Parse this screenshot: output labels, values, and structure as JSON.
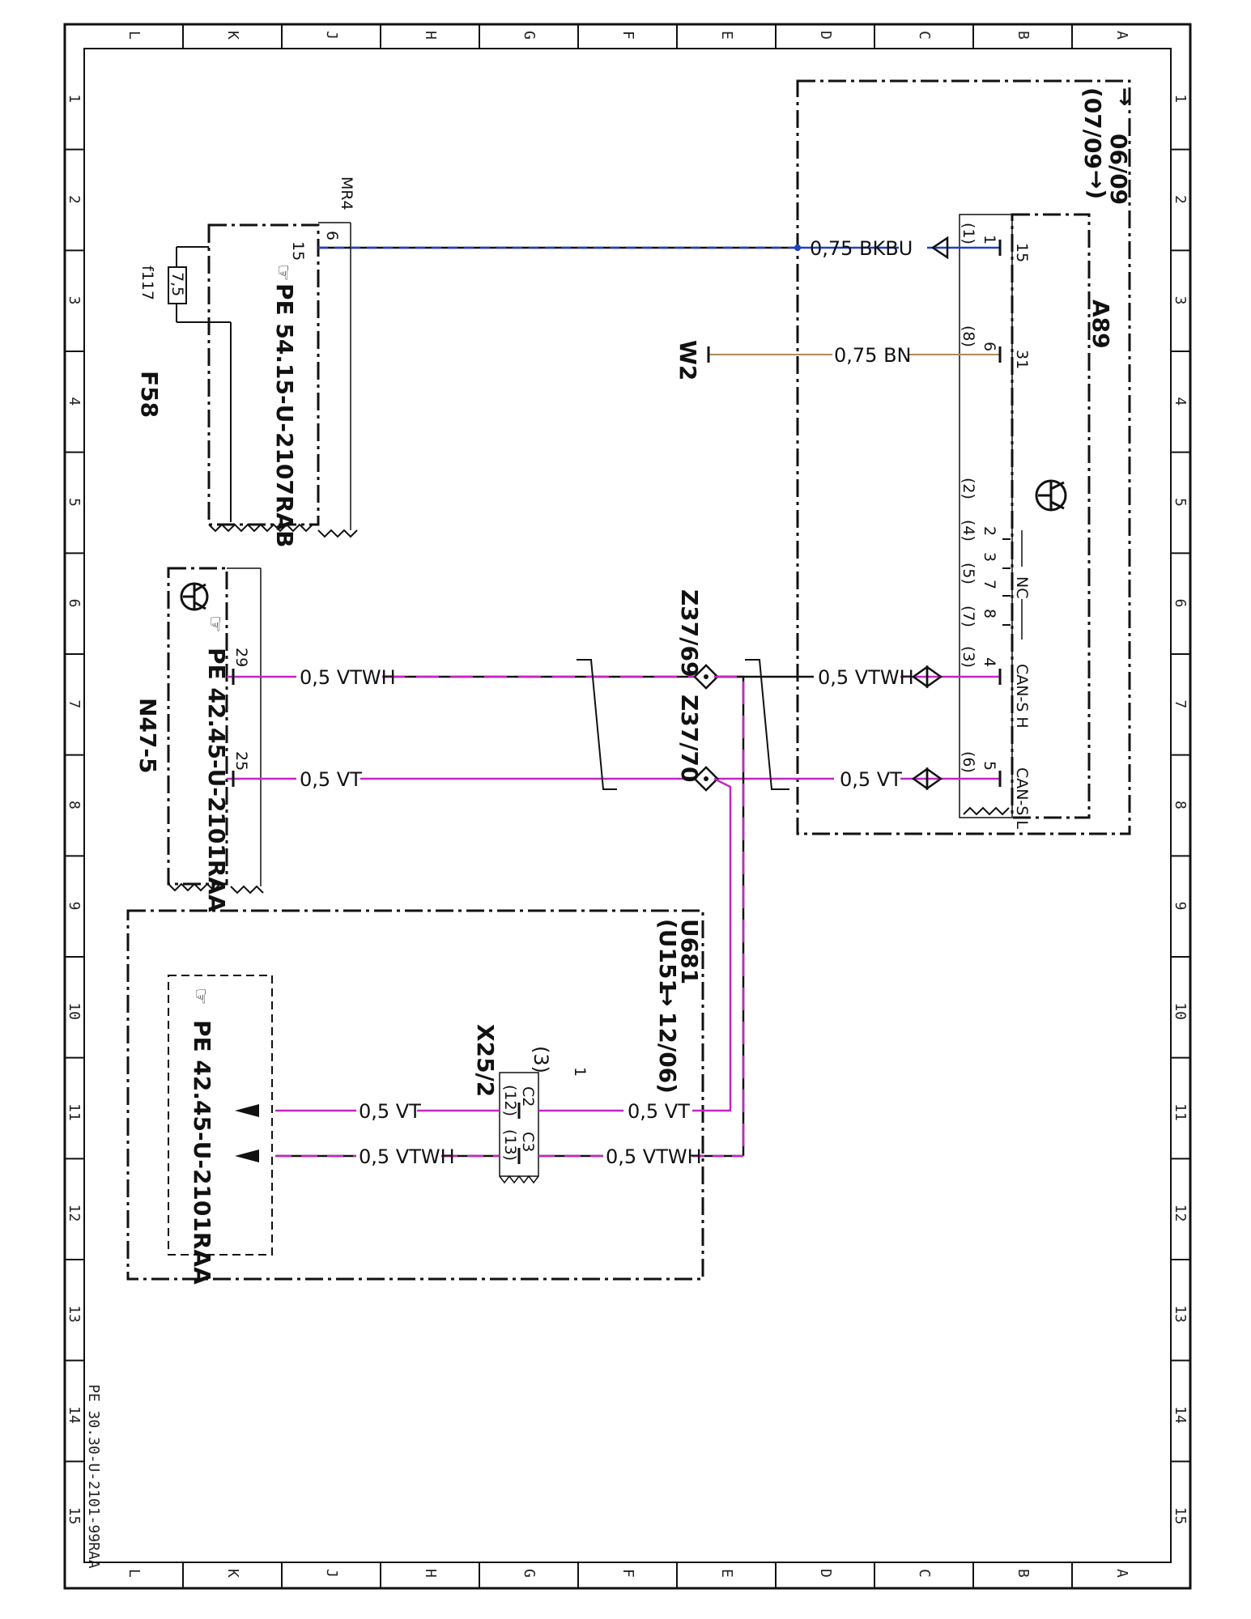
{
  "drawing_code": "PE 30.30-U-2101-99RAA",
  "frame": {
    "columns": [
      "L",
      "K",
      "J",
      "H",
      "G",
      "F",
      "E",
      "D",
      "C",
      "B",
      "A"
    ],
    "rows": [
      "1",
      "2",
      "3",
      "4",
      "5",
      "6",
      "7",
      "8",
      "9",
      "10",
      "11",
      "12",
      "13",
      "14",
      "15"
    ]
  },
  "components": {
    "a89": {
      "id": "A89",
      "validity_1": "06/09",
      "validity_2": "(07/09",
      "pin_15": "15",
      "pin_31": "31",
      "pin_can_h": "CAN-S H",
      "pin_can_l": "CAN-S L",
      "nc": "NC",
      "pin_1": "1",
      "pin_1_alt": "(1)",
      "pin_6": "6",
      "pin_6_alt": "(8)",
      "pin_2": "2",
      "pin_2_alt": "(2)",
      "pin_3": "3",
      "pin_3_alt": "(4)",
      "pin_7": "7",
      "pin_7_alt": "(5)",
      "pin_8": "8",
      "pin_8_alt": "(7)",
      "pin_4": "4",
      "pin_4_alt": "(3)",
      "pin_5": "5",
      "pin_5_alt": "(6)"
    },
    "f58": {
      "id": "F58",
      "fuse": "f117",
      "fuse_rating": "7,5",
      "ref": "PE 54.15-U-2107RAB",
      "connector": "MR4",
      "pin_6": "6",
      "pin_15": "15"
    },
    "n47": {
      "id": "N47-5",
      "ref": "PE 42.45-U-2101RAA",
      "pin_29": "29",
      "pin_25": "25"
    },
    "u681": {
      "id": "U681",
      "validity": "(U151",
      "validity_date": "12/06)",
      "ref": "PE 42.45-U-2101RAA"
    },
    "x25": {
      "id": "X25/2",
      "pin_1": "1",
      "pin_3": "(3)",
      "c2": "C2",
      "c3": "C3",
      "c2_alt": "(12)",
      "c3_alt": "(13)"
    },
    "w2": {
      "id": "W2"
    },
    "z37_69": {
      "id": "Z37/69"
    },
    "z37_70": {
      "id": "Z37/70"
    }
  },
  "wires": {
    "bkbu": "0,75 BKBU",
    "bn": "0,75 BN",
    "vtwh": "0,5 VTWH",
    "vt": "0,5 VT"
  },
  "colors": {
    "bkbu": "#2040c8",
    "bn": "#b08a5a",
    "vt": "#c426c4",
    "black": "#111111"
  }
}
